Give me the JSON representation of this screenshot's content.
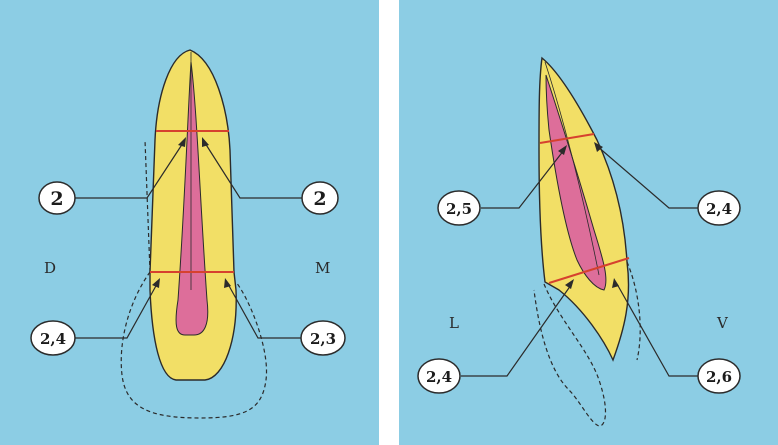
{
  "colors": {
    "background": "#8ccde4",
    "tooth": "#f2df66",
    "pulp": "#dd6e9a",
    "cut_line": "#d6412e",
    "outline": "#2b2b2b",
    "bubble": "#ffffff"
  },
  "left_panel": {
    "side_left": "D",
    "side_right": "M",
    "upper_left": "2",
    "upper_right": "2",
    "lower_left": "2,4",
    "lower_right": "2,3"
  },
  "right_panel": {
    "side_left": "L",
    "side_right": "V",
    "upper_left": "2,5",
    "upper_right": "2,4",
    "lower_left": "2,4",
    "lower_right": "2,6"
  }
}
